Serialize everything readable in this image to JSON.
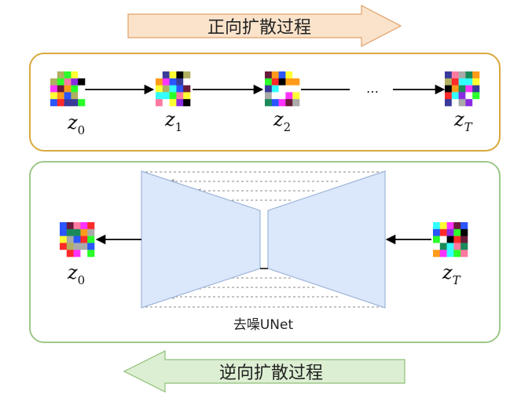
{
  "header_arrow": {
    "label": "正向扩散过程",
    "fill": "#fbe3cb",
    "stroke": "#e0a06a"
  },
  "footer_arrow": {
    "label": "逆向扩散过程",
    "fill": "#dcefd2",
    "stroke": "#8fbf7a"
  },
  "forward_box": {
    "stroke": "#d9a93c"
  },
  "reverse_box": {
    "stroke": "#9ec78a"
  },
  "unet": {
    "label": "去噪UNet",
    "fill": "#dbe7fb",
    "stroke": "#9db6d8"
  },
  "forward_steps": [
    {
      "var": "z",
      "sub": "0"
    },
    {
      "var": "z",
      "sub": "1"
    },
    {
      "var": "z",
      "sub": "2"
    },
    {
      "var": "z",
      "sub": "T"
    }
  ],
  "ellipsis": "…",
  "reverse_input": {
    "var": "z",
    "sub": "T"
  },
  "reverse_output": {
    "var": "z",
    "sub": "0"
  }
}
